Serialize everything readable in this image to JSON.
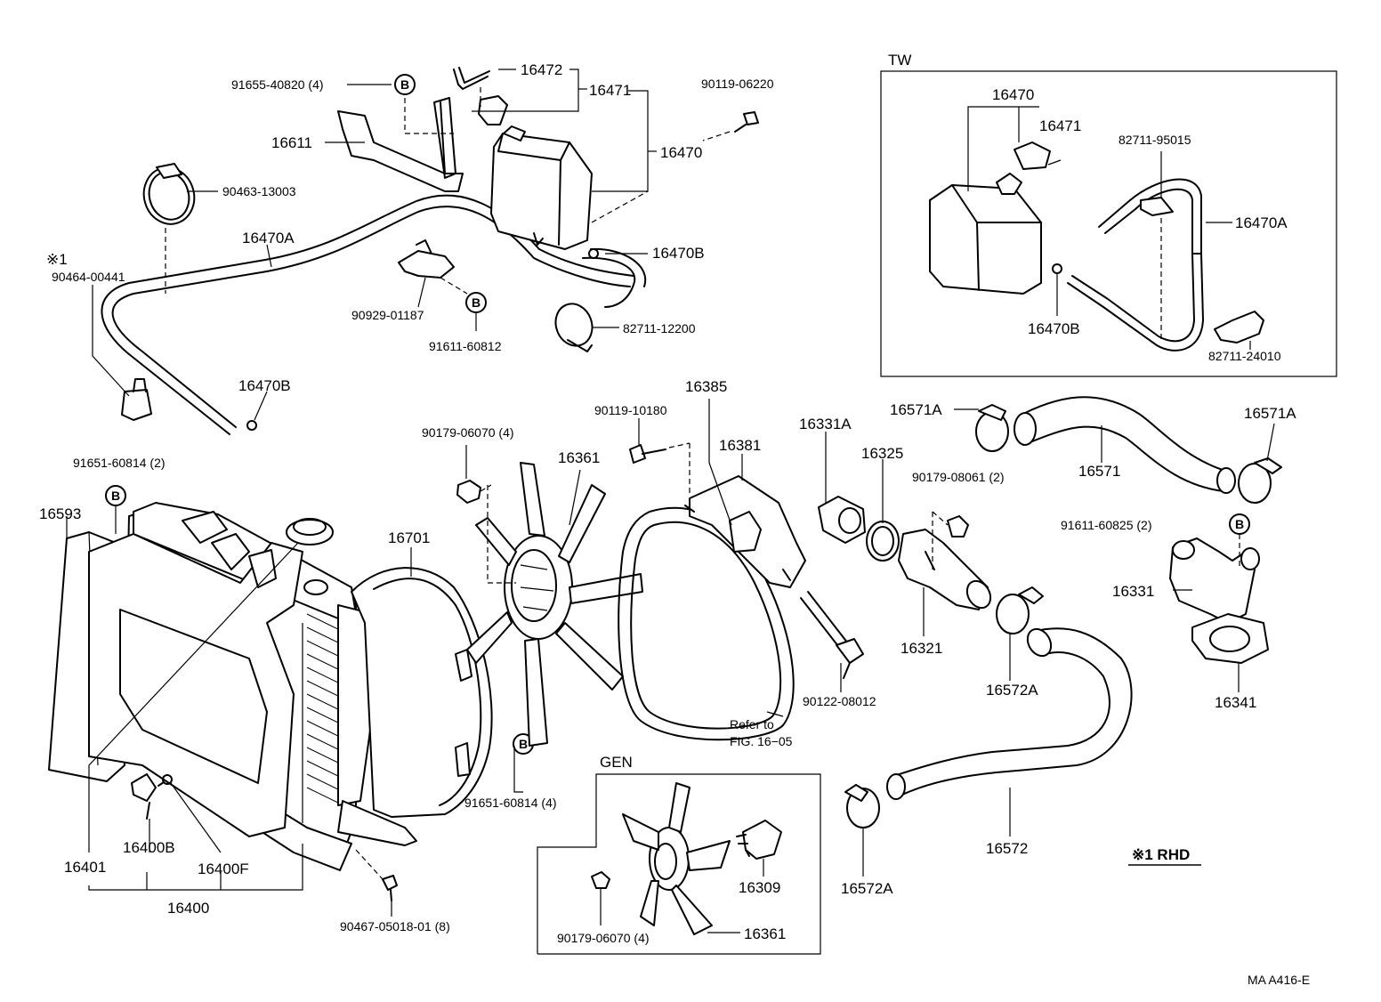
{
  "labels": {
    "p91655": "91655-40820 (4)",
    "p16472": "16472",
    "p16471": "16471",
    "p90119a": "90119-06220",
    "p16611": "16611",
    "p16470": "16470",
    "p90463": "90463-13003",
    "rhd_mark": "※1",
    "p90464": "90464-00441",
    "p16470A": "16470A",
    "p16470B_top": "16470B",
    "p90929": "90929-01187",
    "p91611a": "91611-60812",
    "p82711a": "82711-12200",
    "p16470B_mid": "16470B",
    "tw_title": "TW",
    "tw_16470": "16470",
    "tw_16471": "16471",
    "tw_82711_95015": "82711-95015",
    "tw_16470A": "16470A",
    "tw_16470B": "16470B",
    "tw_82711_24010": "82711-24010",
    "p16571A_l": "16571A",
    "p16571A_r": "16571A",
    "p16571": "16571",
    "p91611b": "91611-60825 (2)",
    "p16331": "16331",
    "p16341": "16341",
    "p16331A": "16331A",
    "p16325": "16325",
    "p90179b": "90179-08061 (2)",
    "p16321": "16321",
    "p16572A_u": "16572A",
    "p16572": "16572",
    "p16572A_d": "16572A",
    "p90122": "90122-08012",
    "p16385": "16385",
    "p16381": "16381",
    "p90119b": "90119-10180",
    "p90179a": "90179-06070 (4)",
    "p16361": "16361",
    "refer1": "Refer to",
    "refer2": "FIG. 16−05",
    "p91651a": "91651-60814 (2)",
    "p16593": "16593",
    "p16701": "16701",
    "p91651b": "91651-60814 (4)",
    "p16401": "16401",
    "p16400B": "16400B",
    "p16400F": "16400F",
    "p16400": "16400",
    "p90467": "90467-05018-01 (8)",
    "gen_title": "GEN",
    "gen_16309": "16309",
    "gen_16361": "16361",
    "gen_90179": "90179-06070 (4)",
    "rhd_note": "※1 RHD",
    "doc_code": "MA A416-E",
    "b_marker": "B"
  }
}
